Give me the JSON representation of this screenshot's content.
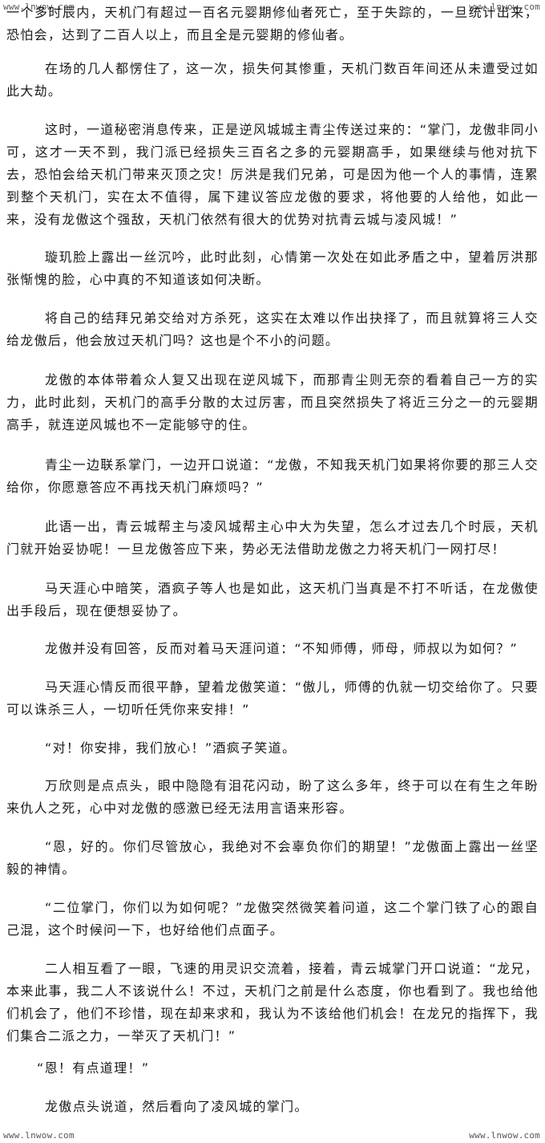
{
  "watermarks": {
    "top_left": "www.lnwow.com",
    "top_right": "www.lnwow.com",
    "bottom_left": "www.lnwow.com",
    "bottom_right": "www.lnwow.com"
  },
  "paragraphs": [
    "一个多时辰内，天机门有超过一百名元婴期修仙者死亡，至于失踪的，一旦统计出来，恐怕会，达到了二百人以上，而且全是元婴期的修仙者。",
    "在场的几人都愣住了，这一次，损失何其惨重，天机门数百年间还从未遭受过如此大劫。",
    "这时，一道秘密消息传来，正是逆风城城主青尘传送过来的：“掌门，龙傲非同小可，这才一天不到，我门派已经损失三百名之多的元婴期高手，如果继续与他对抗下去，恐怕会给天机门带来灭顶之灾！厉洪是我们兄弟，可是因为他一个人的事情，连累到整个天机门，实在太不值得，属下建议答应龙傲的要求，将他要的人给他，如此一来，没有龙傲这个强敌，天机门依然有很大的优势对抗青云城与凌风城！”",
    "璇玑脸上露出一丝沉吟，此时此刻，心情第一次处在如此矛盾之中，望着厉洪那张惭愧的脸，心中真的不知道该如何决断。",
    "将自己的结拜兄弟交给对方杀死，这实在太难以作出抉择了，而且就算将三人交给龙傲后，他会放过天机门吗？这也是个不小的问题。",
    "龙傲的本体带着众人复又出现在逆风城下，而那青尘则无奈的看着自己一方的实力，此时此刻，天机门的高手分散的太过厉害，而且突然损失了将近三分之一的元婴期高手，就连逆风城也不一定能够守的住。",
    "青尘一边联系掌门，一边开口说道：“龙傲，不知我天机门如果将你要的那三人交给你，你愿意答应不再找天机门麻烦吗？”",
    "此语一出，青云城帮主与凌风城帮主心中大为失望，怎么才过去几个时辰，天机门就开始妥协呢！一旦龙傲答应下来，势必无法借助龙傲之力将天机门一网打尽！",
    "马天涯心中暗笑，酒疯子等人也是如此，这天机门当真是不打不听话，在龙傲使出手段后，现在便想妥协了。",
    "龙傲并没有回答，反而对着马天涯问道：“不知师傅，师母，师叔以为如何？”",
    "马天涯心情反而很平静，望着龙傲笑道：“傲儿，师傅的仇就一切交给你了。只要可以诛杀三人，一切听任凭你来安排！”",
    "“对！你安排，我们放心！”酒疯子笑道。",
    "万欣则是点点头，眼中隐隐有泪花闪动，盼了这么多年，终于可以在有生之年盼来仇人之死，心中对龙傲的感激已经无法用言语来形容。",
    "“恩，好的。你们尽管放心，我绝对不会辜负你们的期望！”龙傲面上露出一丝坚毅的神情。",
    "“二位掌门，你们以为如何呢？”龙傲突然微笑着问道，这二个掌门铁了心的跟自己混，这个时候问一下，也好给他们点面子。",
    "二人相互看了一眼，飞速的用灵识交流着，接着，青云城掌门开口说道：“龙兄，本来此事，我二人不该说什么！不过，天机门之前是什么态度，你也看到了。我也给他们机会了，他们不珍惜，现在却来求和，我认为不该给他们机会！在龙兄的指挥下，我们集合二派之力，一举灭了天机门！”",
    "“恩！有点道理！”",
    "龙傲点头说道，然后看向了凌风城的掌门。"
  ]
}
